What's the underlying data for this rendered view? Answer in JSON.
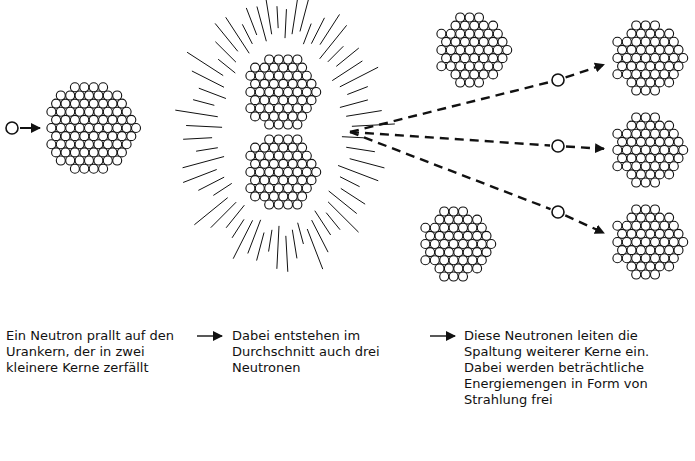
{
  "diagram": {
    "labels": [
      "Ein Neutron prallt auf den Urankern, der in zwei kleinere Kerne zerfällt",
      "Dabei entstehen im Durchschnitt auch drei Neutronen",
      "Diese Neutronen leiten die Spaltung weiterer Kerne ein. Dabei werden beträchtliche Energiemengen in Form von Strahlung frei"
    ]
  }
}
